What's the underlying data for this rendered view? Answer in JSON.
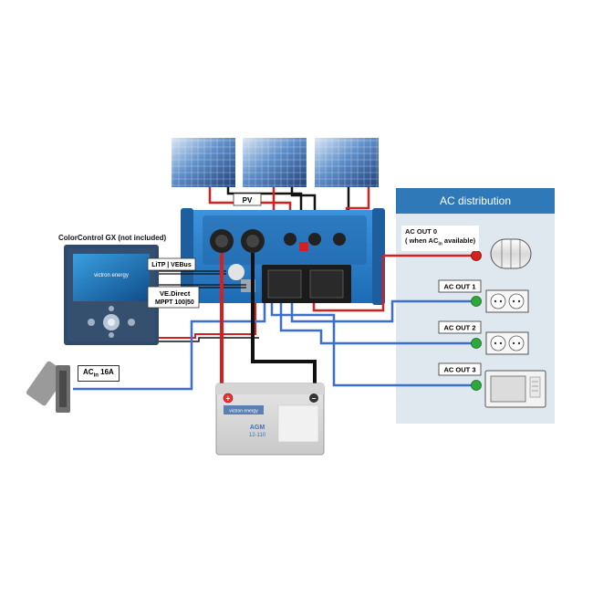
{
  "labels": {
    "pv": "PV",
    "ac_distribution": "AC distribution",
    "colorcontrol": "ColorControl GX (not included)",
    "litp_vebus": "LiTP | VEBus",
    "vedirect_line1": "VE.Direct",
    "vedirect_line2": "MPPT 100|50",
    "ac_in_prefix": "AC",
    "ac_in_sub": "in",
    "ac_in_suffix": " 16A",
    "ac_out0_line1": "AC  OUT 0",
    "ac_out0_line2_prefix": "( when AC",
    "ac_out0_line2_sub": "in",
    "ac_out0_line2_suffix": " available)",
    "ac_out1": "AC OUT 1",
    "ac_out2": "AC OUT 2",
    "ac_out3": "AC OUT 3"
  },
  "device_branding": {
    "gx_brand": "victron energy",
    "battery_brand": "victron energy",
    "battery_type": "AGM",
    "battery_model": "12-110"
  },
  "colors": {
    "wire_red": "#d42020",
    "wire_black": "#111111",
    "wire_blue": "#3a6fd0",
    "inverter_blue": "#2a7dc6",
    "ac_panel_bg": "#dfe8ef",
    "ac_header": "#2f79b9",
    "node_red": "#d61f1f",
    "node_green": "#2ea83a"
  },
  "icons": [
    "solar-panel-icon",
    "inverter-icon",
    "gx-display-icon",
    "battery-icon",
    "plug-icon",
    "heater-icon",
    "socket-icon",
    "microwave-icon"
  ]
}
